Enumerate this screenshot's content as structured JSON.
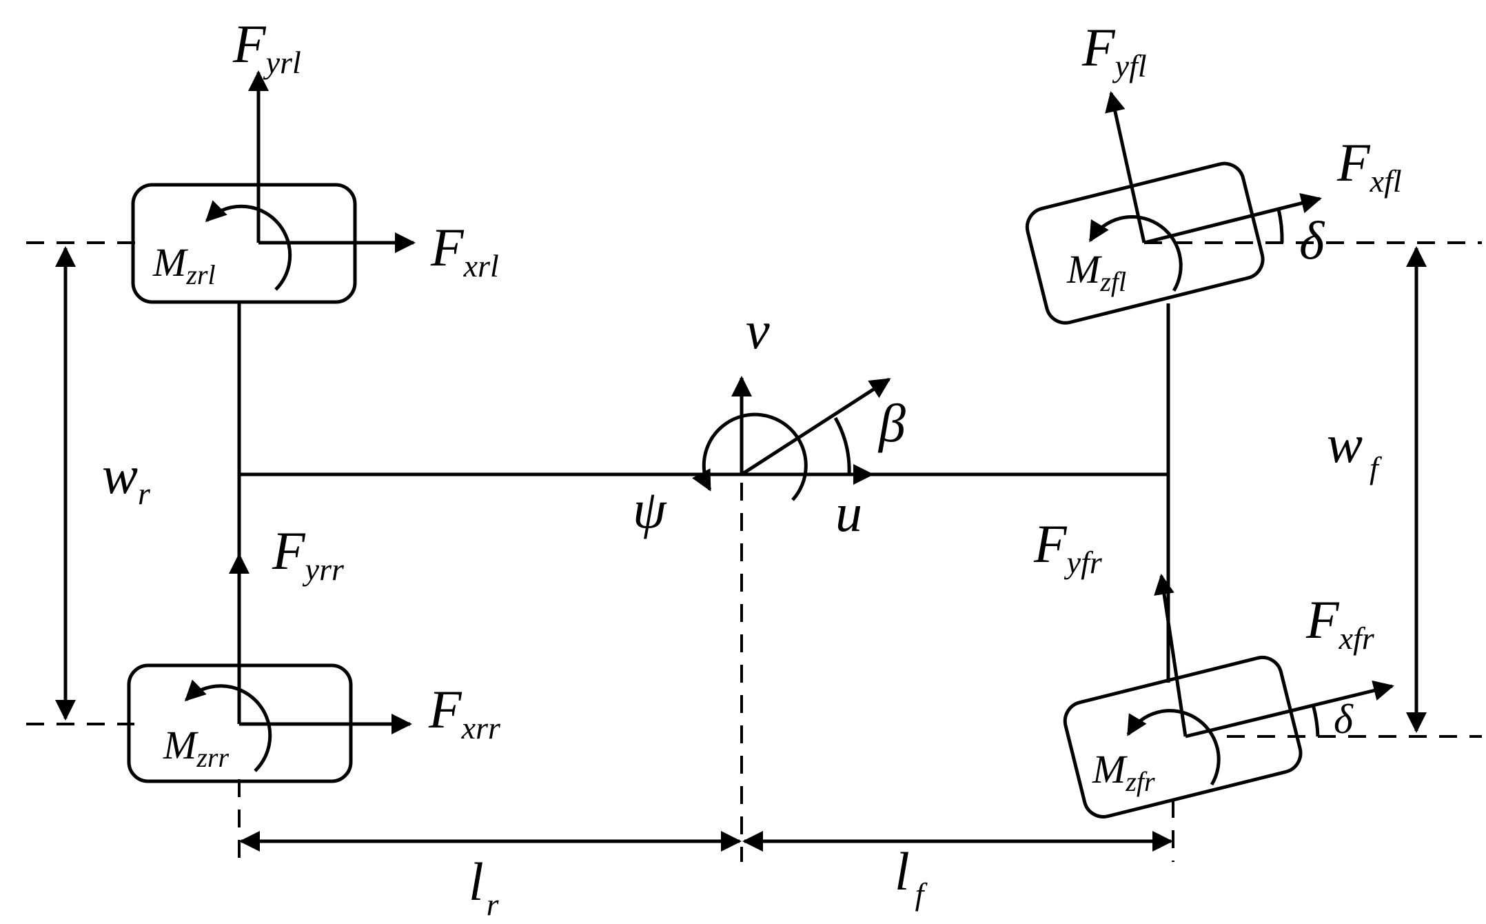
{
  "labels": {
    "rear_left": {
      "fy": "F",
      "fy_sub": "yrl",
      "fx": "F",
      "fx_sub": "xrl",
      "mz": "M",
      "mz_sub": "zrl"
    },
    "rear_right": {
      "fy": "F",
      "fy_sub": "yrr",
      "fx": "F",
      "fx_sub": "xrr",
      "mz": "M",
      "mz_sub": "zrr"
    },
    "front_left": {
      "fy": "F",
      "fy_sub": "yfl",
      "fx": "F",
      "fx_sub": "xfl",
      "mz": "M",
      "mz_sub": "zfl",
      "delta": "δ"
    },
    "front_right": {
      "fy": "F",
      "fy_sub": "yfr",
      "fx": "F",
      "fx_sub": "xfr",
      "mz": "M",
      "mz_sub": "zfr",
      "delta": "δ"
    },
    "center": {
      "v": "v",
      "u": "u",
      "beta": "β",
      "psi": "ψ"
    },
    "dims": {
      "wr": "w",
      "wr_sub": "r",
      "wf": "w",
      "wf_sub": "f",
      "lr": "l",
      "lr_sub": "r",
      "lf": "l",
      "lf_sub": "f"
    }
  }
}
